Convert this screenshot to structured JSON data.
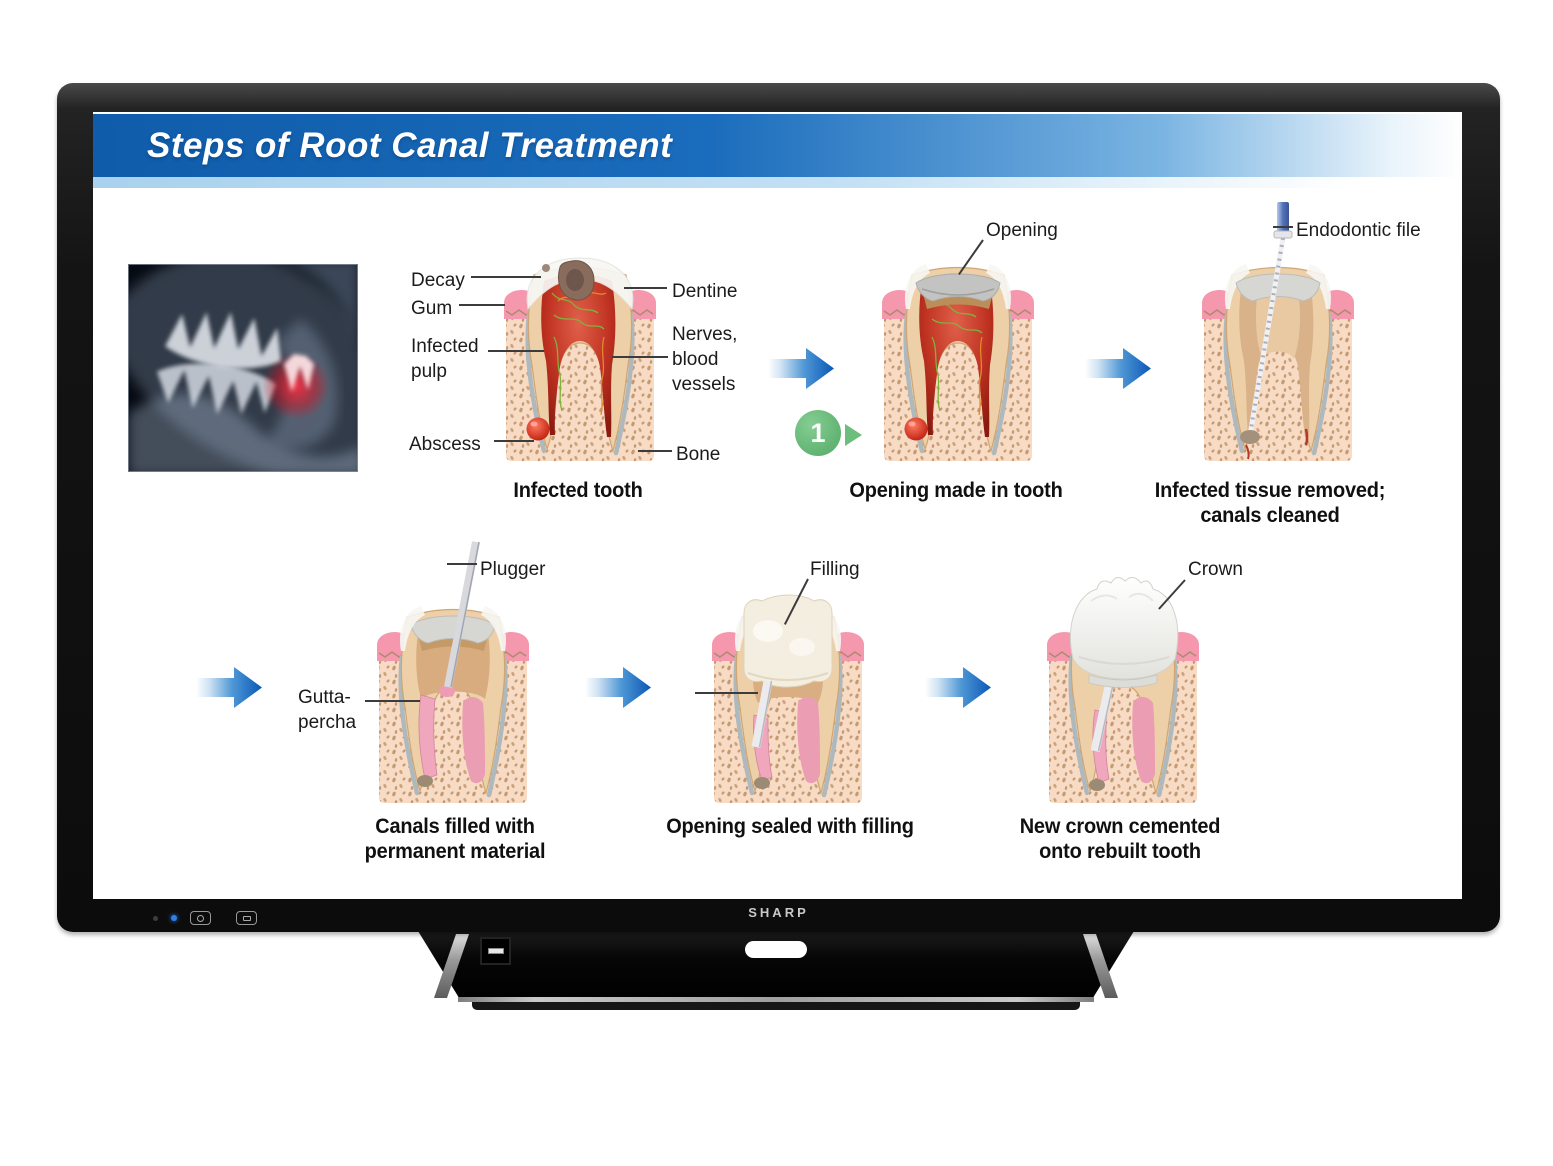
{
  "screen": {
    "banner": {
      "title": "Steps of Root Canal Treatment"
    },
    "steps": {
      "infected_tooth": {
        "caption": "Infected tooth",
        "labels": {
          "decay": "Decay",
          "gum": "Gum",
          "infected_pulp": "Infected\npulp",
          "abscess": "Abscess",
          "dentine": "Dentine",
          "nerves": "Nerves,\nblood\nvessels",
          "bone": "Bone"
        }
      },
      "opening_made": {
        "caption": "Opening made in tooth",
        "badge": "1",
        "labels": {
          "opening": "Opening"
        }
      },
      "tissue_removed": {
        "caption": "Infected tissue removed;\ncanals cleaned",
        "labels": {
          "endodontic_file": "Endodontic file"
        }
      },
      "canals_filled": {
        "caption": "Canals filled with\npermanent material",
        "labels": {
          "plugger": "Plugger",
          "gutta_percha": "Gutta-\npercha"
        }
      },
      "opening_sealed": {
        "caption": "Opening sealed with filling",
        "labels": {
          "filling": "Filling"
        }
      },
      "crown_cemented": {
        "caption": "New crown cemented\nonto rebuilt tooth",
        "labels": {
          "crown": "Crown"
        }
      }
    },
    "colors": {
      "banner_blue": "#0f5caa",
      "banner_stripe": "#a9d2ee",
      "arrow_blue": "#0a58b8",
      "badge_green": "#6cbe7d"
    }
  },
  "monitor": {
    "brand": "SHARP"
  }
}
